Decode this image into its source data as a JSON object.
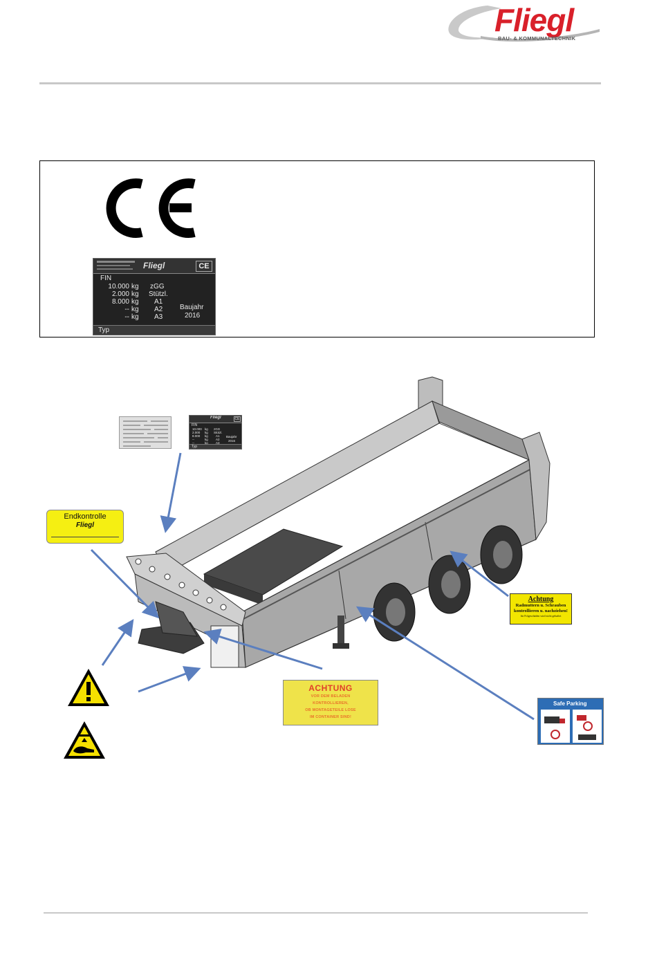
{
  "header": {
    "logo_word": "Fliegl",
    "logo_subtitle": "BAU- & KOMMUNALTECHNIK",
    "brand_color": "#d9202a"
  },
  "ce_marking": {
    "symbol": "CE"
  },
  "type_plate": {
    "brand": "Fliegl",
    "mark": "CE",
    "fin_label": "FIN",
    "rows": [
      {
        "weight": "10.000",
        "unit": "kg",
        "label": "zGG"
      },
      {
        "weight": "2.000",
        "unit": "kg",
        "label": "Stützl."
      },
      {
        "weight": "8.000",
        "unit": "kg",
        "label": "A1"
      },
      {
        "weight": "--",
        "unit": "kg",
        "label": "A2"
      },
      {
        "weight": "--",
        "unit": "kg",
        "label": "A3"
      }
    ],
    "year_label": "Baujahr",
    "year_value": "2016",
    "typ_label": "Typ"
  },
  "labels": {
    "endkontrolle_title": "Endkontrolle",
    "endkontrolle_logo": "Fliegl",
    "achtung_wheel_title": "Achtung",
    "achtung_wheel_line1": "Radmuttern u. Schrauben",
    "achtung_wheel_line2": "kontrollieren u. nachziehen!",
    "achtung_wheel_small": "für Folgeschäden wird nicht gehaftet",
    "achtung_big_title": "ACHTUNG",
    "achtung_big_line1": "VOR DEM BELADEN",
    "achtung_big_line2": "KONTROLLIEREN,",
    "achtung_big_line3": "OB MONTAGETEILE LOSE",
    "achtung_big_line4": "IM CONTAINER SIND!",
    "safe_parking_title": "Safe Parking"
  },
  "colors": {
    "warning_yellow": "#f5e000",
    "arrow_blue": "#5b7fbf",
    "parking_blue": "#2d6db5"
  }
}
